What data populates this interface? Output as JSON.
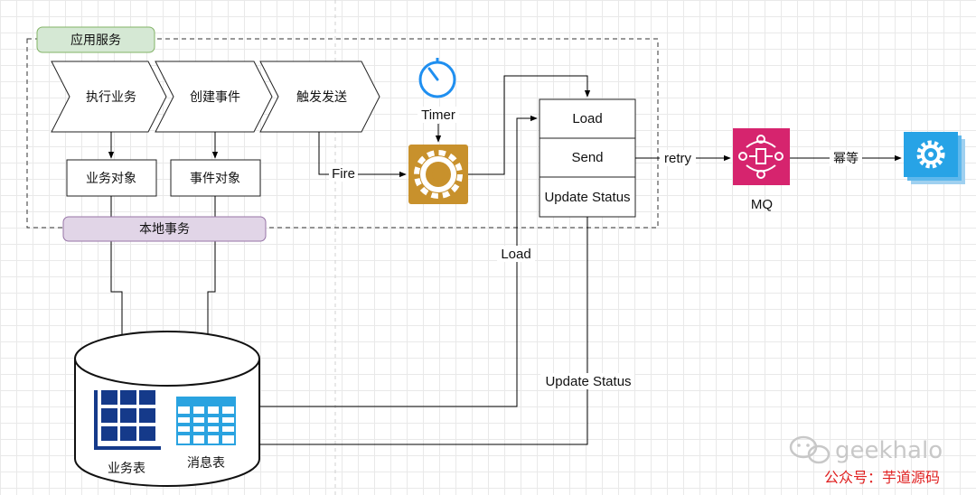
{
  "labels": {
    "app_service": "应用服务",
    "exec_business": "执行业务",
    "create_event": "创建事件",
    "trigger_send": "触发发送",
    "business_object": "业务对象",
    "event_object": "事件对象",
    "local_transaction": "本地事务",
    "timer": "Timer",
    "fire": "Fire",
    "load": "Load",
    "send": "Send",
    "update_status": "Update Status",
    "retry": "retry",
    "mq": "MQ",
    "idempotent": "幂等",
    "load_edge": "Load",
    "update_status_edge": "Update Status",
    "business_table": "业务表",
    "message_table": "消息表"
  },
  "watermark": {
    "brand": "geekhalo",
    "account": "公众号：芋道源码"
  },
  "colors": {
    "app_service_fill": "#d5e8d4",
    "app_service_stroke": "#82b366",
    "local_tx_fill": "#e1d5e7",
    "local_tx_stroke": "#9673a6",
    "timer_blue": "#1f8ff0",
    "gear_gold": "#c8912c",
    "mq_pink": "#d6246e",
    "worker_blue": "#27a3e6",
    "table_navy": "#153a8a",
    "msg_table_blue": "#2aa3e0"
  },
  "icons": [
    "timer-icon",
    "gear-icon",
    "mq-icon",
    "worker-gear-icon",
    "business-table-icon",
    "message-table-icon",
    "wechat-icon"
  ]
}
